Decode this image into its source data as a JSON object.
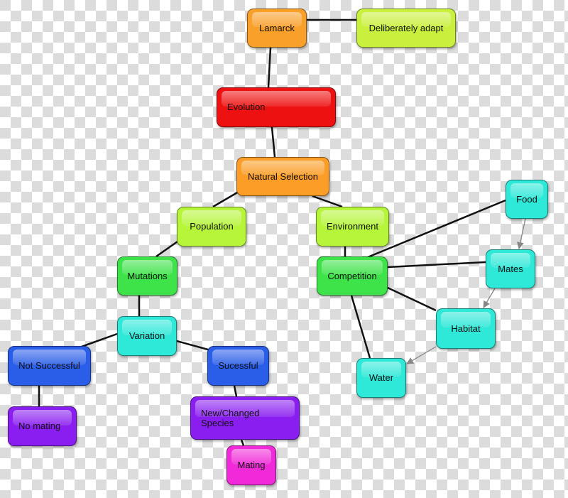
{
  "nodes": [
    {
      "id": "lamarck",
      "label": "Lamarck",
      "color": "#f9a02a"
    },
    {
      "id": "adapt",
      "label": "Deliberately adapt",
      "color": "#c9f03c"
    },
    {
      "id": "evolution",
      "label": "Evolution",
      "color": "#ee1111"
    },
    {
      "id": "natsel",
      "label": "Natural Selection",
      "color": "#fb9d26"
    },
    {
      "id": "population",
      "label": "Population",
      "color": "#b6f53a"
    },
    {
      "id": "environment",
      "label": "Environment",
      "color": "#b6f53a"
    },
    {
      "id": "mutations",
      "label": "Mutations",
      "color": "#3ee34a"
    },
    {
      "id": "competition",
      "label": "Competition",
      "color": "#3ee34a"
    },
    {
      "id": "food",
      "label": "Food",
      "color": "#2ee8d8"
    },
    {
      "id": "mates",
      "label": "Mates",
      "color": "#2ee8d8"
    },
    {
      "id": "habitat",
      "label": "Habitat",
      "color": "#2ee8d8"
    },
    {
      "id": "water",
      "label": "Water",
      "color": "#2ee8d8"
    },
    {
      "id": "variation",
      "label": "Variation",
      "color": "#2ee8d8"
    },
    {
      "id": "notsuccessful",
      "label": "Not Successful",
      "color": "#2a5ee8"
    },
    {
      "id": "sucessful",
      "label": "Sucessful",
      "color": "#2a5ee8"
    },
    {
      "id": "nomating",
      "label": "No mating",
      "color": "#8a1ef0"
    },
    {
      "id": "newspecies",
      "label": "New/Changed Species",
      "color": "#8a1ef0"
    },
    {
      "id": "mating",
      "label": "Mating",
      "color": "#f02ad8"
    }
  ],
  "edges": [
    {
      "from": "lamarck",
      "to": "adapt",
      "type": "line"
    },
    {
      "from": "lamarck",
      "to": "evolution",
      "type": "line"
    },
    {
      "from": "evolution",
      "to": "natsel",
      "type": "line"
    },
    {
      "from": "natsel",
      "to": "population",
      "type": "line"
    },
    {
      "from": "natsel",
      "to": "environment",
      "type": "line"
    },
    {
      "from": "population",
      "to": "mutations",
      "type": "line"
    },
    {
      "from": "environment",
      "to": "competition",
      "type": "line"
    },
    {
      "from": "mutations",
      "to": "variation",
      "type": "line"
    },
    {
      "from": "variation",
      "to": "notsuccessful",
      "type": "line"
    },
    {
      "from": "variation",
      "to": "sucessful",
      "type": "line"
    },
    {
      "from": "notsuccessful",
      "to": "nomating",
      "type": "line"
    },
    {
      "from": "sucessful",
      "to": "newspecies",
      "type": "line"
    },
    {
      "from": "newspecies",
      "to": "mating",
      "type": "line"
    },
    {
      "from": "competition",
      "to": "food",
      "type": "line"
    },
    {
      "from": "competition",
      "to": "mates",
      "type": "line"
    },
    {
      "from": "competition",
      "to": "habitat",
      "type": "line"
    },
    {
      "from": "competition",
      "to": "water",
      "type": "line"
    },
    {
      "from": "food",
      "to": "mates",
      "type": "arrow"
    },
    {
      "from": "mates",
      "to": "habitat",
      "type": "arrow"
    },
    {
      "from": "habitat",
      "to": "water",
      "type": "arrow"
    }
  ]
}
